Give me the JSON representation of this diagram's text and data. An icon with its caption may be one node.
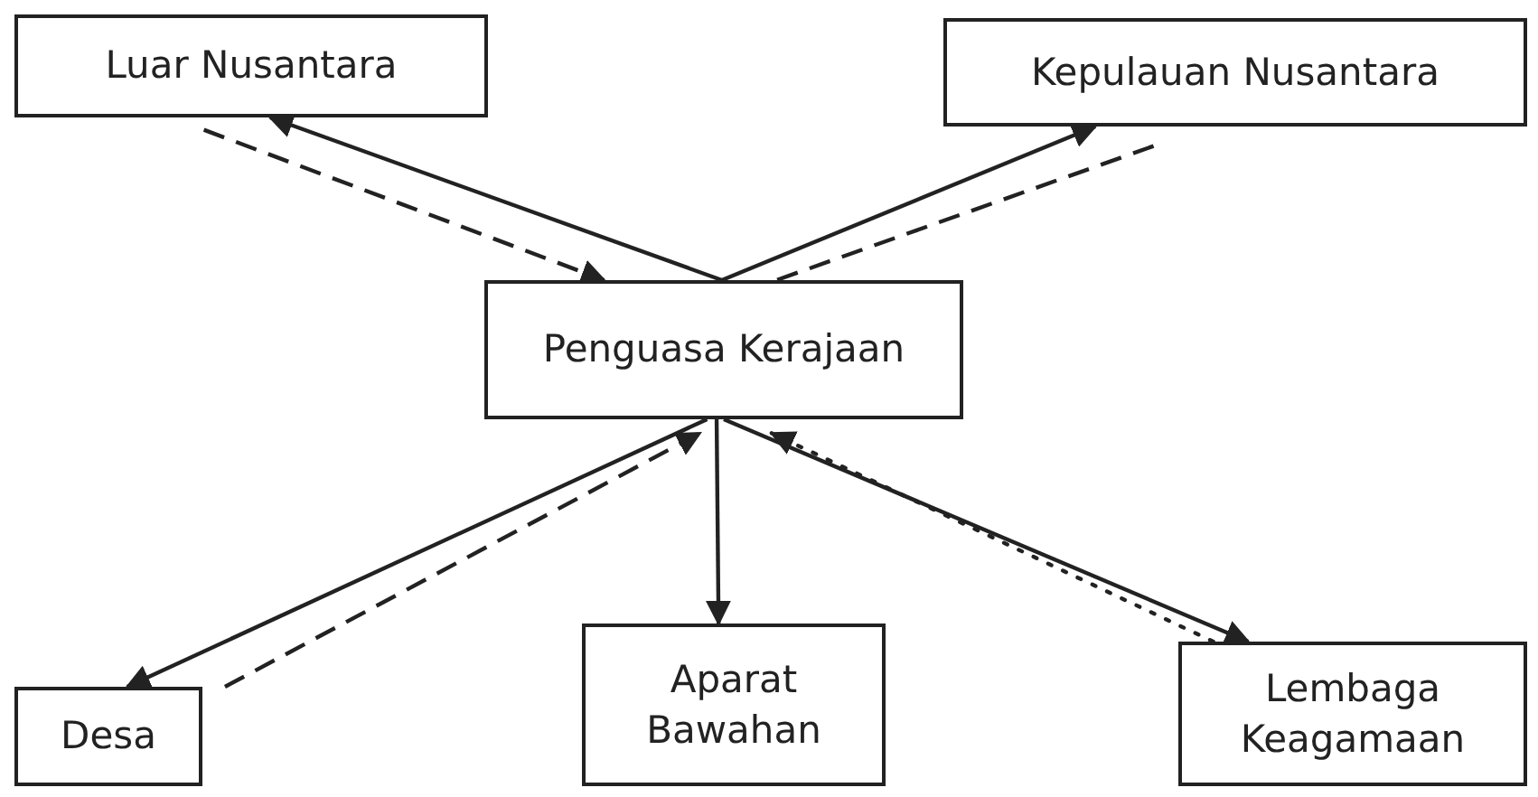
{
  "diagram": {
    "nodes": [
      {
        "text": [
          "Luar Nusantara"
        ]
      },
      {
        "text": [
          "Kepulauan Nusantara"
        ]
      },
      {
        "text": [
          "Penguasa Kerajaan"
        ]
      },
      {
        "text": [
          "Desa"
        ]
      },
      {
        "text": [
          "Aparat Bawahan"
        ]
      },
      {
        "text": [
          "Lembaga Keagamaan"
        ]
      }
    ],
    "edges": [
      {
        "from": 2,
        "to": 0,
        "arrow": "to"
      },
      {
        "from": 0,
        "to": 2,
        "arrow": "to",
        "style": "dashed"
      },
      {
        "from": 2,
        "to": 1,
        "arrow": "to"
      },
      {
        "from": 1,
        "to": 2,
        "arrow": "none",
        "style": "dashed"
      },
      {
        "from": 2,
        "to": 3,
        "arrow": "to"
      },
      {
        "from": 3,
        "to": 2,
        "arrow": "to",
        "style": "dashed"
      },
      {
        "from": 2,
        "to": 4,
        "arrow": "to"
      },
      {
        "from": 2,
        "to": 5,
        "arrow": "to"
      },
      {
        "from": 5,
        "to": 2,
        "arrow": "to",
        "style": "dashed"
      }
    ]
  }
}
